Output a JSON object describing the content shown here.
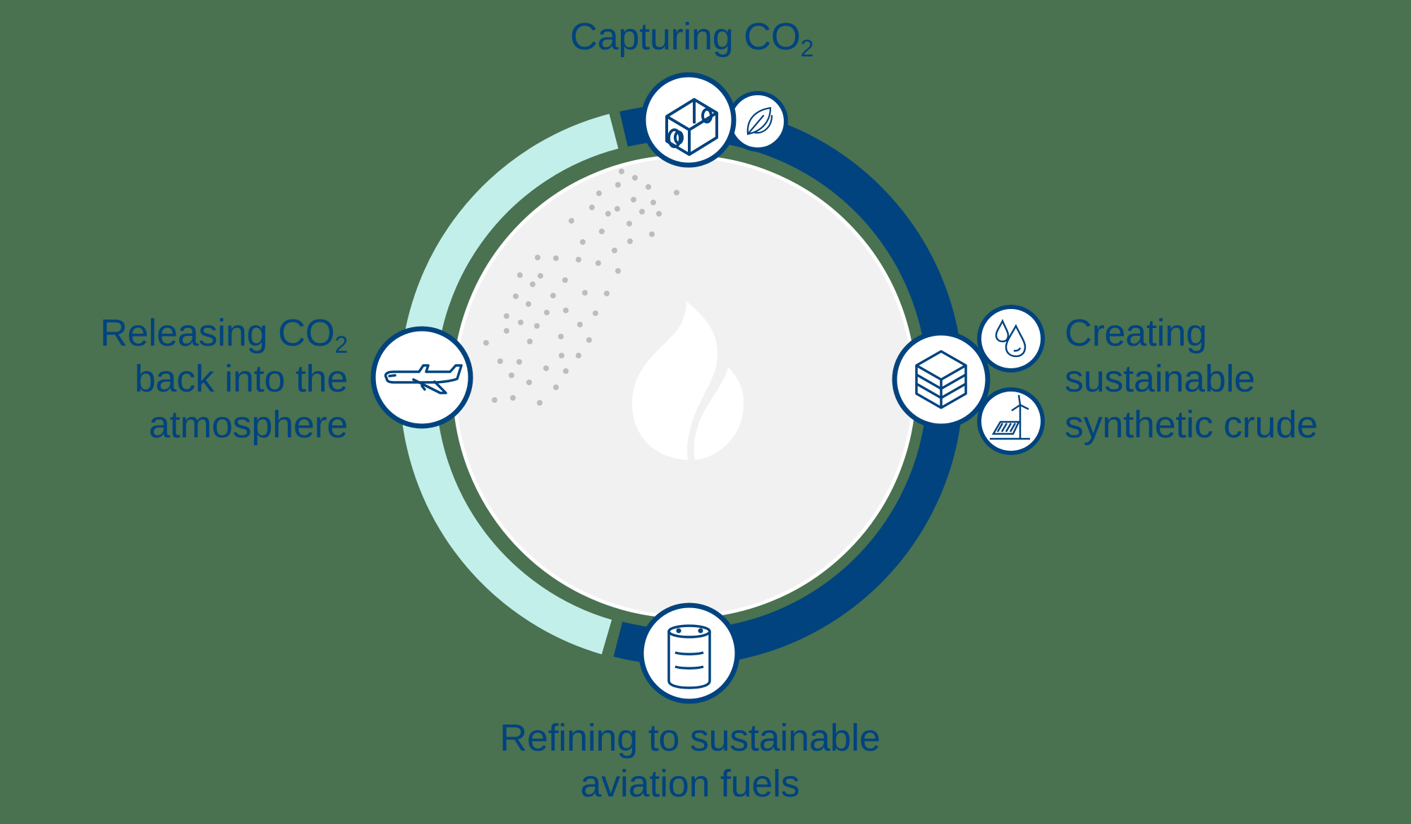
{
  "colors": {
    "background": "#4a7150",
    "primary_blue": "#00437f",
    "light_teal": "#c2efea",
    "disc_grey": "#f1f1f1",
    "dot_grey": "#bcbdbd",
    "white": "#ffffff"
  },
  "cycle": {
    "center_icon": "flame-icon",
    "steps": [
      {
        "id": "capture",
        "label_main": "Capturing CO",
        "label_sub": "2",
        "icon": "direct-air-capture-unit-icon",
        "secondary_icons": [
          "leaf-icon"
        ]
      },
      {
        "id": "create",
        "label_lines": [
          "Creating",
          "sustainable",
          "synthetic crude"
        ],
        "icon": "layered-cube-icon",
        "secondary_icons": [
          "water-drops-icon",
          "wind-turbine-solar-panel-icon"
        ]
      },
      {
        "id": "refine",
        "label_lines": [
          "Refining to sustainable",
          "aviation fuels"
        ],
        "icon": "oil-barrel-icon",
        "secondary_icons": []
      },
      {
        "id": "release",
        "label_line1_main": "Releasing CO",
        "label_line1_sub": "2",
        "label_lines_rest": [
          "back into the",
          "atmosphere"
        ],
        "icon": "airplane-icon",
        "secondary_icons": []
      }
    ]
  }
}
